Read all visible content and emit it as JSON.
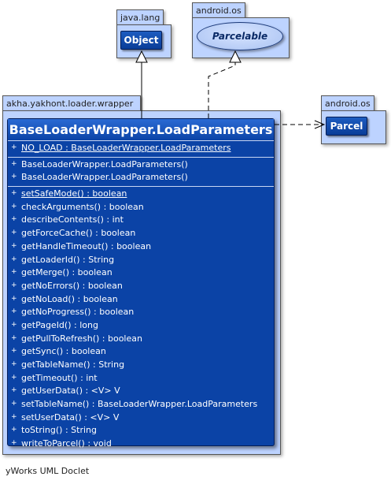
{
  "packages": {
    "java_lang": "java.lang",
    "android_os_top": "android.os",
    "android_os_right": "android.os",
    "wrapper": "akha.yakhont.loader.wrapper"
  },
  "classes": {
    "object": "Object",
    "parcelable": "Parcelable",
    "parcel": "Parcel"
  },
  "main_class": {
    "title": "BaseLoaderWrapper.LoadParameters",
    "fields": [
      "NO_LOAD : BaseLoaderWrapper.LoadParameters"
    ],
    "constructors": [
      "BaseLoaderWrapper.LoadParameters()",
      "BaseLoaderWrapper.LoadParameters()"
    ],
    "methods": [
      "setSafeMode() : boolean",
      "checkArguments() : boolean",
      "describeContents() : int",
      "getForceCache() : boolean",
      "getHandleTimeout() : boolean",
      "getLoaderId() : String",
      "getMerge() : boolean",
      "getNoErrors() : boolean",
      "getNoLoad() : boolean",
      "getNoProgress() : boolean",
      "getPageId() : long",
      "getPullToRefresh() : boolean",
      "getSync() : boolean",
      "getTableName() : String",
      "getTimeout() : int",
      "getUserData() : <V> V",
      "setTableName() : BaseLoaderWrapper.LoadParameters",
      "setUserData() : <V> V",
      "toString() : String",
      "writeToParcel() : void"
    ]
  },
  "footer": "yWorks UML Doclet",
  "colors": {
    "package_fill": "#bdd3ff",
    "class_fill": "#0b43a6",
    "class_text": "#ffffff"
  }
}
